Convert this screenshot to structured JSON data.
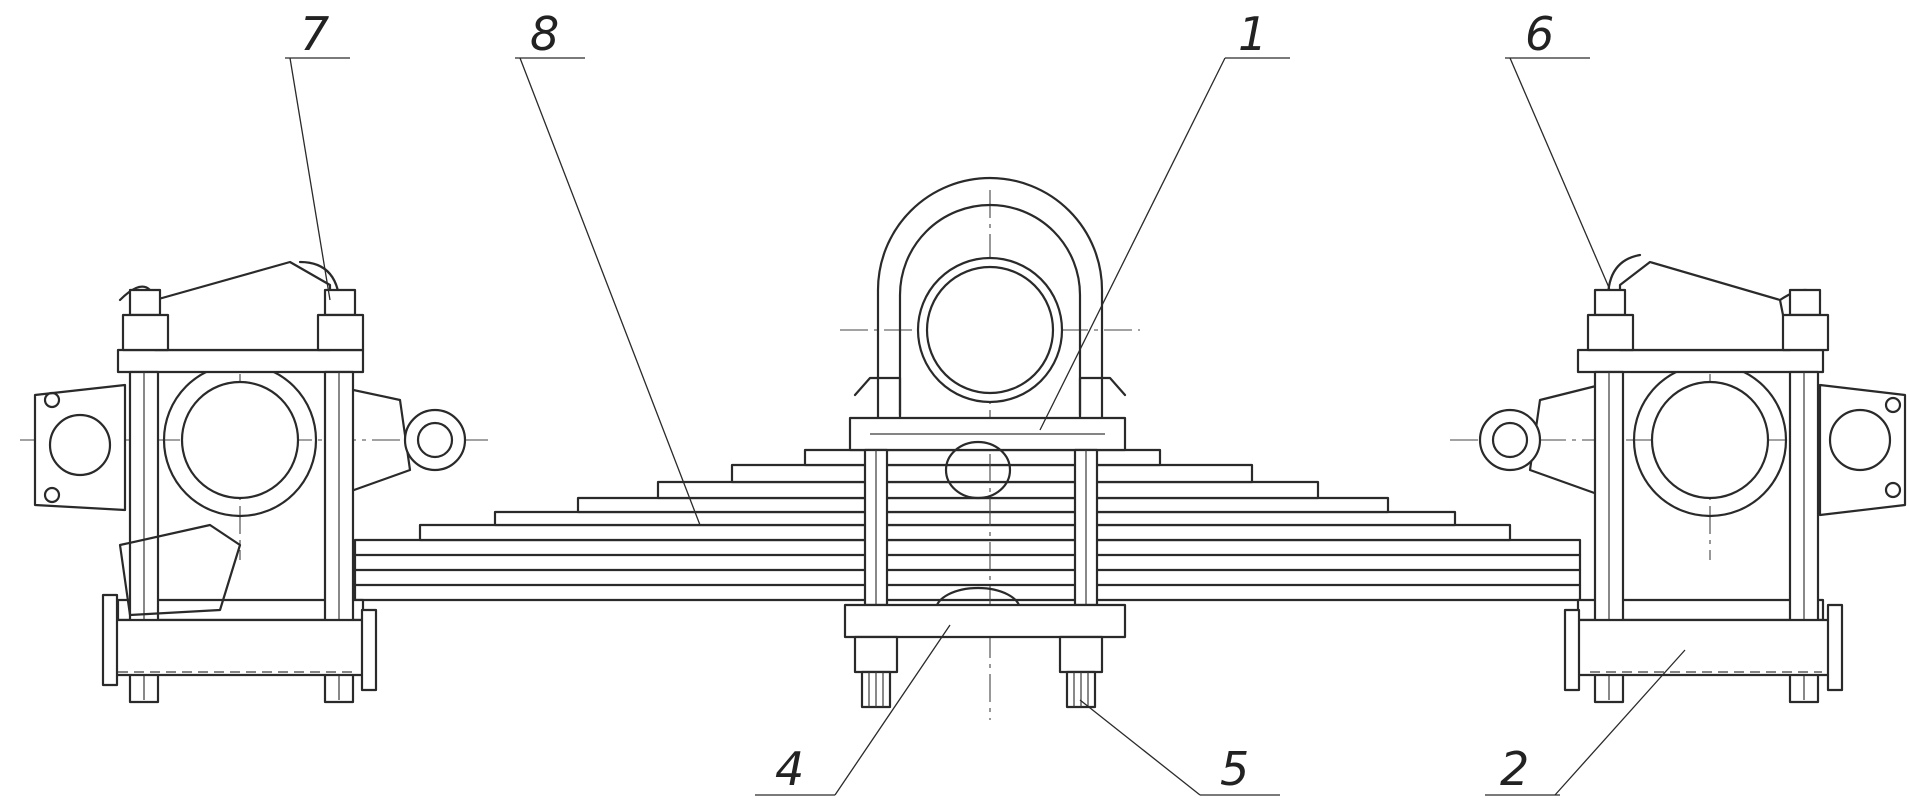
{
  "callouts": [
    {
      "id": "1",
      "text": "1"
    },
    {
      "id": "2",
      "text": "2"
    },
    {
      "id": "4",
      "text": "4"
    },
    {
      "id": "5",
      "text": "5"
    },
    {
      "id": "6",
      "text": "6"
    },
    {
      "id": "7",
      "text": "7"
    },
    {
      "id": "8",
      "text": "8"
    }
  ]
}
